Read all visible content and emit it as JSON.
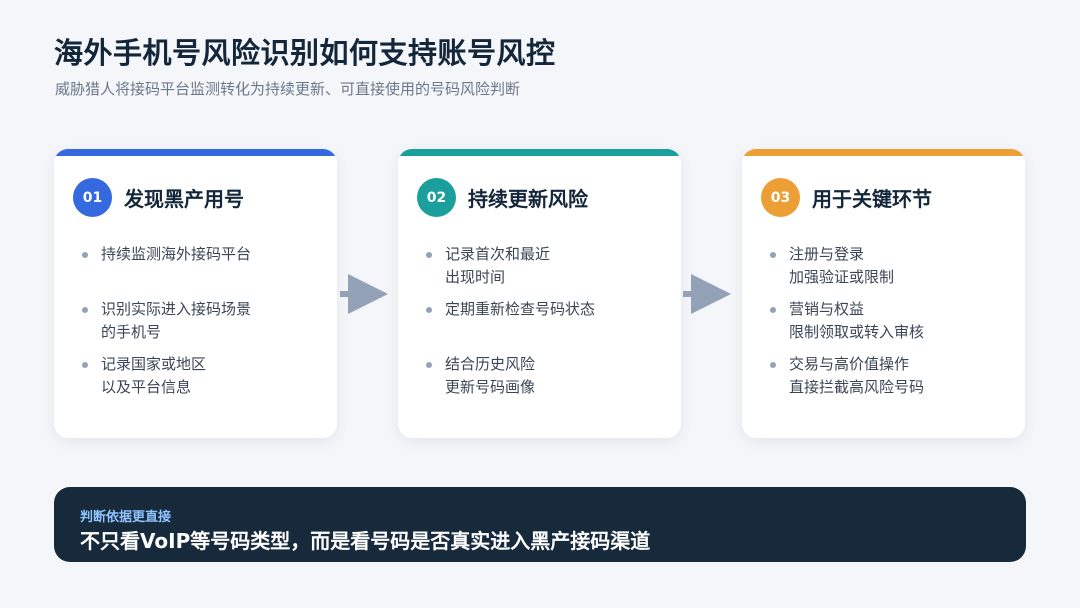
{
  "header": {
    "title": "海外手机号风险识别如何支持账号风控",
    "subtitle": "威胁猎人将接码平台监测转化为持续更新、可直接使用的号码风险判断"
  },
  "colors": {
    "card1_accent": "#3469df",
    "card2_accent": "#1a9f9c",
    "card3_accent": "#eb9f35",
    "arrow": "#93a2b6",
    "footer_bg": "#172a3b",
    "footer_label": "#8fc4ff"
  },
  "icons": {
    "arrow": "arrow-right-icon",
    "bullet": "bullet-dot-icon"
  },
  "cards": [
    {
      "number": "01",
      "title": "发现黑产用号",
      "items": [
        [
          "持续监测海外接码平台"
        ],
        [
          "识别实际进入接码场景",
          "的手机号"
        ],
        [
          "记录国家或地区",
          "以及平台信息"
        ]
      ]
    },
    {
      "number": "02",
      "title": "持续更新风险",
      "items": [
        [
          "记录首次和最近",
          "出现时间"
        ],
        [
          "定期重新检查号码状态"
        ],
        [
          "结合历史风险",
          "更新号码画像"
        ]
      ]
    },
    {
      "number": "03",
      "title": "用于关键环节",
      "items": [
        [
          "注册与登录",
          "加强验证或限制"
        ],
        [
          "营销与权益",
          "限制领取或转入审核"
        ],
        [
          "交易与高价值操作",
          "直接拦截高风险号码"
        ]
      ]
    }
  ],
  "footer": {
    "label": "判断依据更直接",
    "statement": "不只看VoIP等号码类型，而是看号码是否真实进入黑产接码渠道"
  }
}
